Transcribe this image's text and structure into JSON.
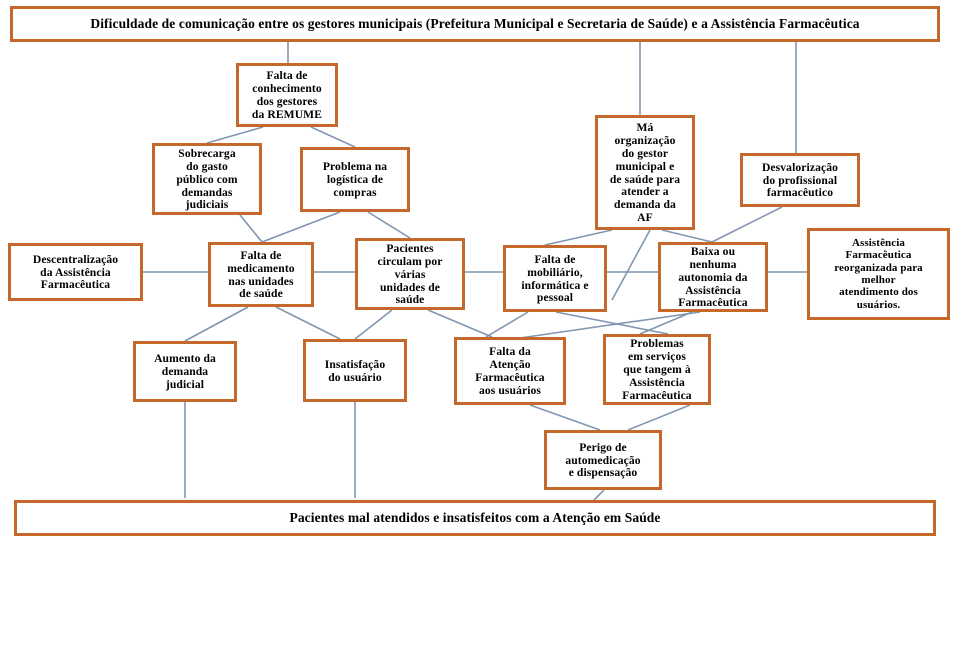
{
  "diagram": {
    "title_banner": {
      "label": "Dificuldade de comunicação entre os gestores municipais (Prefeitura Municipal  e Secretaria de Saúde) e a Assistência Farmacêutica"
    },
    "bottom_banner": {
      "label": "Pacientes mal atendidos e insatisfeitos com a Atenção em Saúde"
    },
    "colors": {
      "box_border": "#C4692B",
      "box_fill": "#FFFFFF",
      "connector": "#8196B0",
      "text": "#000000"
    },
    "nodes": [
      {
        "id": "falta-conhecimento-remume",
        "label": "Falta de\nconhecimento\ndos gestores\nda REMUME"
      },
      {
        "id": "sobrecarga-gasto-publico",
        "label": "Sobrecarga\ndo gasto\npúblico com\ndemandas\njudiciais"
      },
      {
        "id": "problema-logistica-compras",
        "label": "Problema na\nlogística de\ncompras"
      },
      {
        "id": "ma-organizacao-gestor",
        "label": "Má\norganização\ndo gestor\nmunicipal e\nde saúde para\natender a\ndemanda da\nAF"
      },
      {
        "id": "desvalorizacao-profissional",
        "label": "Desvalorização\ndo profissional\nfarmacêutico"
      },
      {
        "id": "descentralizacao-af",
        "label": "Descentralização\nda Assistência\nFarmacêutica"
      },
      {
        "id": "falta-medicamento",
        "label": "Falta de\nmedicamento\nnas unidades\nde saúde"
      },
      {
        "id": "pacientes-circulam",
        "label": "Pacientes\ncirculam por\nvárias\nunidades de\nsaúde"
      },
      {
        "id": "falta-mobiliario",
        "label": "Falta de\nmobiliário,\ninformática e\npessoal"
      },
      {
        "id": "baixa-autonomia-af",
        "label": "Baixa ou\nnenhuma\nautonomia da\nAssistência\nFarmacêutica"
      },
      {
        "id": "af-reorganizada",
        "label": "Assistência\nFarmacêutica\nreorganizada para\nmelhor\natendimento dos\nusuários."
      },
      {
        "id": "aumento-demanda-judicial",
        "label": "Aumento da\ndemanda\njudicial"
      },
      {
        "id": "insatisfacao-usuario",
        "label": "Insatisfação\ndo usuário"
      },
      {
        "id": "falta-atencao-farmaceutica",
        "label": "Falta da\nAtenção\nFarmacêutica\naos usuários"
      },
      {
        "id": "problemas-servicos-af",
        "label": "Problemas\nem serviços\nque tangem à\nAssistência\nFarmacêutica"
      },
      {
        "id": "perigo-automedicacao",
        "label": "Perigo de\nautomedicação\ne dispensação"
      }
    ]
  }
}
